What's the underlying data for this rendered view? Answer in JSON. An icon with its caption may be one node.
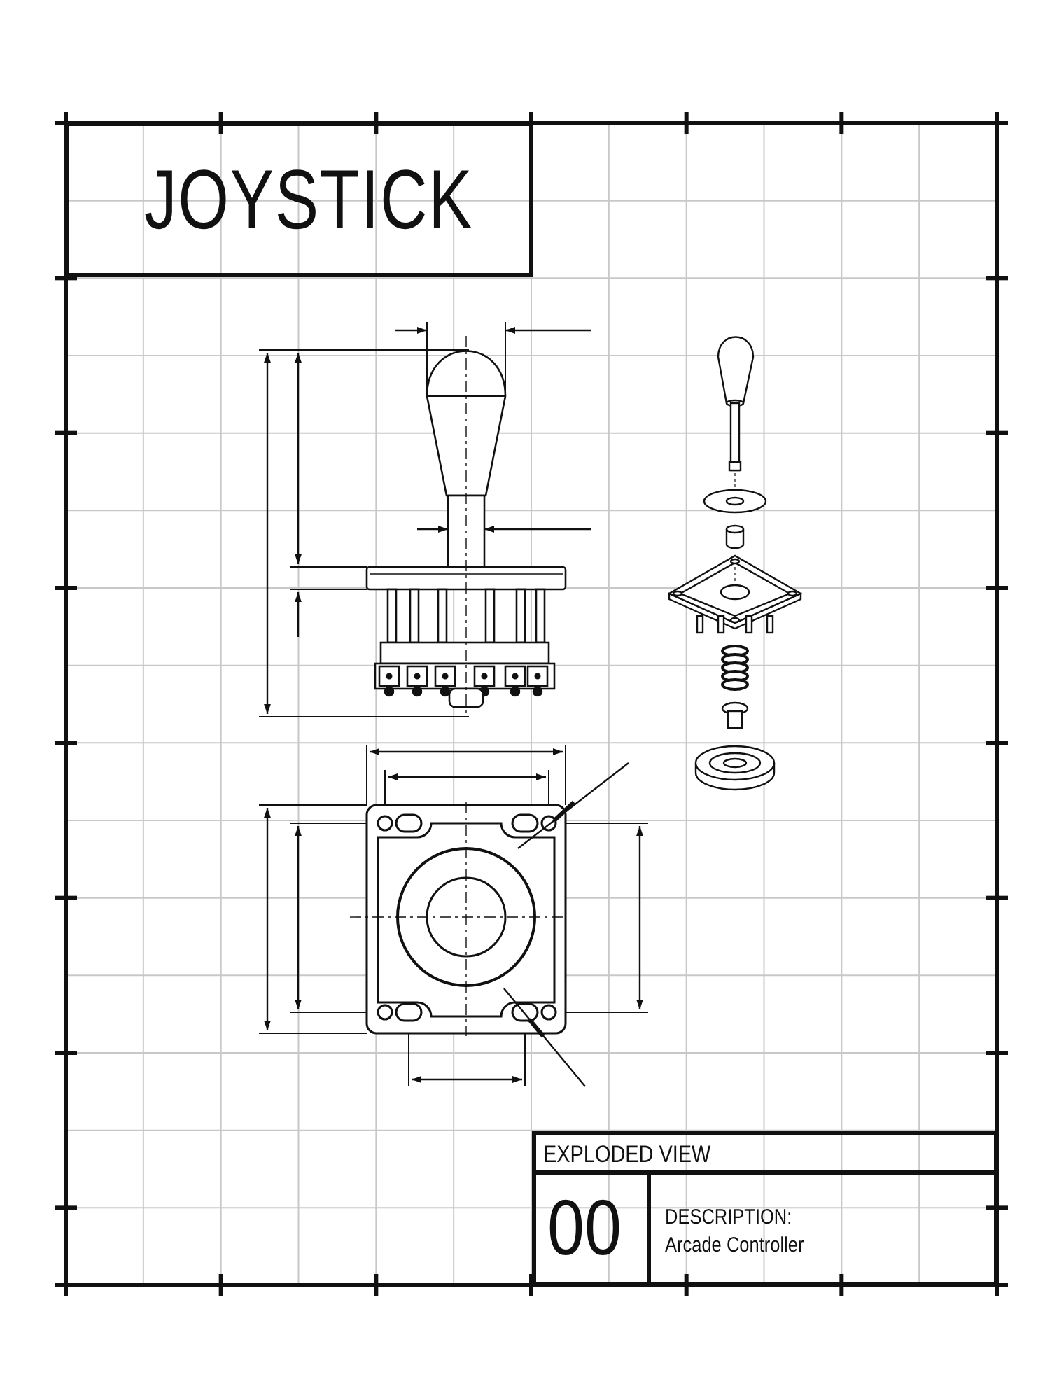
{
  "diagram": {
    "title": "JOYSTICK",
    "nodes": [
      {
        "text": [
          "EXPLODED VIEW"
        ]
      },
      {
        "text": [
          "00"
        ]
      },
      {
        "text": [
          "DESCRIPTION:",
          "Arcade Controller"
        ]
      }
    ]
  }
}
